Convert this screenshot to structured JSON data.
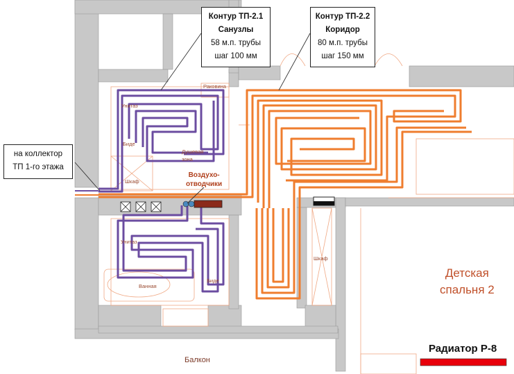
{
  "callouts": {
    "tp21": {
      "title": "Контур ТП-2.1",
      "room": "Санузлы",
      "pipe": "58 м.п. трубы",
      "step": "шаг 100 мм"
    },
    "tp22": {
      "title": "Контур ТП-2.2",
      "room": "Коридор",
      "pipe": "80 м.п. трубы",
      "step": "шаг 150 мм"
    },
    "collector": {
      "line1": "на коллектор",
      "line2": "ТП 1-го этажа"
    }
  },
  "fixtures": {
    "sink": "Раковина",
    "toilet_top": "Унитаз",
    "bidet_top": "Биде",
    "shower": "Душевая зона",
    "closet_left": "Шкаф",
    "toilet_bottom": "Унитаз",
    "bath": "Ванная",
    "bidet_bottom": "Биде",
    "closet_right": "Шкаф"
  },
  "vent_label": {
    "line1": "Воздухо-",
    "line2": "отводчики"
  },
  "rooms": {
    "bedroom_line1": "Детская",
    "bedroom_line2": "спальня 2",
    "balcony": "Балкон"
  },
  "radiator": {
    "label": "Радиатор Р-8",
    "color": "#e8000b"
  },
  "colors": {
    "circuit_tp21": "#6b4ca0",
    "circuit_tp22": "#ef7d2e",
    "walls": "#c8c8c8",
    "drawing_lines": "#f0a884"
  }
}
